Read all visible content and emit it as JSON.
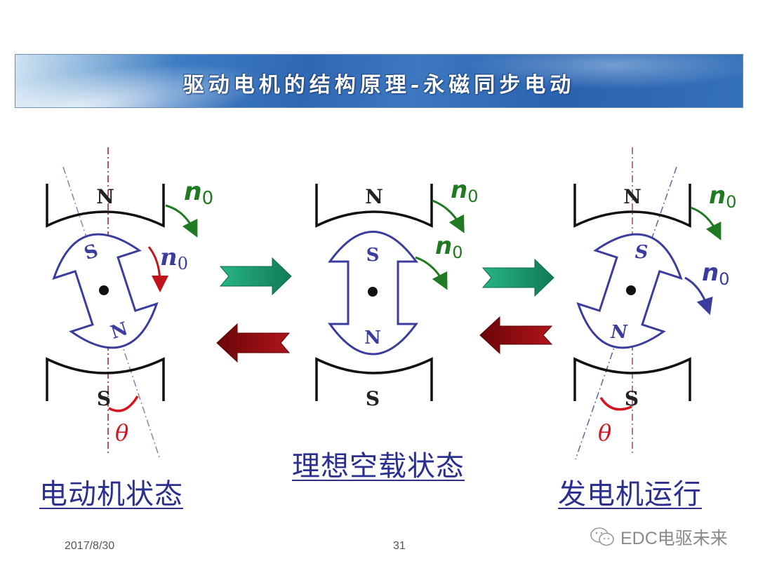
{
  "slide": {
    "title": "驱动电机的结构原理-永磁同步电动",
    "footer": {
      "date": "2017/8/30",
      "page_number": "31"
    },
    "watermark": {
      "icon": "wechat-icon",
      "text": "EDC电驱未来"
    }
  },
  "diagrams": [
    {
      "id": "motor-state",
      "caption": "电动机状态",
      "stator_top_pole": "N",
      "stator_bottom_pole": "S",
      "rotor_top_pole": "S",
      "rotor_bottom_pole": "N",
      "stator_speed_label": "n",
      "stator_speed_sub": "0",
      "rotor_speed_label": "n",
      "rotor_speed_sub": "0",
      "angle_label": "θ",
      "rotor_lag": "rotor lags stator field (tilted left)"
    },
    {
      "id": "ideal-no-load",
      "caption": "理想空载状态",
      "stator_top_pole": "N",
      "stator_bottom_pole": "S",
      "rotor_top_pole": "S",
      "rotor_bottom_pole": "N",
      "stator_speed_label": "n",
      "stator_speed_sub": "0",
      "rotor_speed_label": "n",
      "rotor_speed_sub": "0"
    },
    {
      "id": "generator-operation",
      "caption": "发电机运行",
      "stator_top_pole": "N",
      "stator_bottom_pole": "S",
      "rotor_top_pole": "S",
      "rotor_bottom_pole": "N",
      "stator_speed_label": "n",
      "stator_speed_sub": "0",
      "rotor_speed_label": "n",
      "rotor_speed_sub": "0",
      "angle_label": "θ",
      "rotor_lead": "rotor leads stator field (tilted right)"
    }
  ],
  "transition_arrows": [
    {
      "direction": "right",
      "color": "#1a9a72",
      "position": "between motor and no-load (top)"
    },
    {
      "direction": "left",
      "color": "#8b0a0f",
      "position": "between motor and no-load (bottom)"
    },
    {
      "direction": "right",
      "color": "#1a9a72",
      "position": "between no-load and generator (top)"
    },
    {
      "direction": "left",
      "color": "#8b0a0f",
      "position": "between no-load and generator (bottom)"
    }
  ],
  "colors": {
    "title_bar": "#2f68b4",
    "rotor_outline": "#3b3d9e",
    "stator_speed": "#1f7a22",
    "motor_rotor_speed_arrow": "#c0141a",
    "generator_rotor_speed_arrow": "#3b3d9e",
    "angle": "#d4161c",
    "caption": "#2b2f8f",
    "axis_line": "#9b1b2b"
  }
}
